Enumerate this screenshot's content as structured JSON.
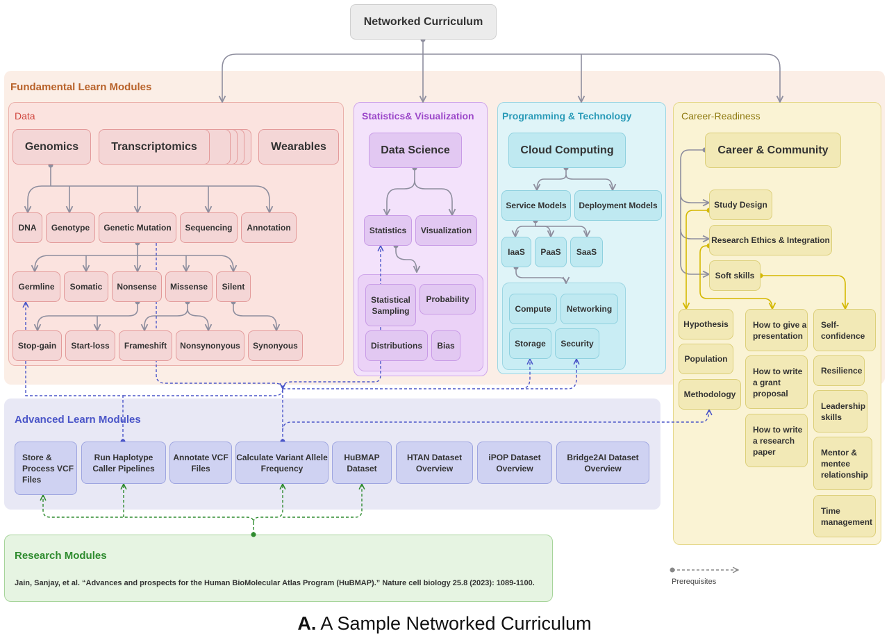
{
  "root": "Networked Curriculum",
  "fundamental_title": "Fundamental Learn Modules",
  "data_panel": {
    "title": "Data",
    "headers": [
      "Genomics",
      "Transcriptomics",
      "Wearables"
    ],
    "row1": [
      "DNA",
      "Genotype",
      "Genetic Mutation",
      "Sequencing",
      "Annotation"
    ],
    "row2": [
      "Germline",
      "Somatic",
      "Nonsense",
      "Missense",
      "Silent"
    ],
    "row3": [
      "Stop-gain",
      "Start-loss",
      "Frameshift",
      "Nonsynonyous",
      "Synonyous"
    ]
  },
  "stats_panel": {
    "title": "Statistics& Visualization",
    "head": "Data Science",
    "subs": [
      "Statistics",
      "Visualization"
    ],
    "items": [
      "Statistical Sampling",
      "Probability",
      "Distributions",
      "Bias"
    ]
  },
  "prog_panel": {
    "title": "Programming & Technology",
    "head": "Cloud Computing",
    "subs": [
      "Service Models",
      "Deployment Models"
    ],
    "services": [
      "IaaS",
      "PaaS",
      "SaaS"
    ],
    "items": [
      "Compute",
      "Networking",
      "Storage",
      "Security"
    ]
  },
  "career_panel": {
    "title": "Career-Readiness",
    "head": "Career & Community",
    "topics": [
      "Study Design",
      "Research Ethics & Integration",
      "Soft skills"
    ],
    "col1": [
      "Hypothesis",
      "Population",
      "Methodology"
    ],
    "col2": [
      "How to give a presentation",
      "How to write a grant proposal",
      "How to write a research paper"
    ],
    "col3": [
      "Self-confidence",
      "Resilience",
      "Leadership skills",
      "Mentor & mentee relationship",
      "Time management"
    ]
  },
  "advanced": {
    "title": "Advanced Learn Modules",
    "items": [
      "Store & Process VCF Files",
      "Run Haplotype Caller Pipelines",
      "Annotate VCF Files",
      "Calculate Variant Allele Frequency",
      "HuBMAP Dataset",
      "HTAN Dataset Overview",
      "iPOP Dataset Overview",
      "Bridge2AI Dataset Overview"
    ]
  },
  "research": {
    "title": "Research Modules",
    "citation": "Jain, Sanjay, et al. “Advances and prospects for the Human BioMolecular Atlas Program (HuBMAP).” Nature cell biology 25.8 (2023): 1089-1100."
  },
  "legend": "Prerequisites",
  "caption": {
    "letter": "A.",
    "text": " A Sample Networked Curriculum"
  },
  "colors": {
    "fundamental_bg": "#fbeee6",
    "fundamental_title": "#b8622a",
    "data_title": "#d0473f",
    "stats_title": "#9b47c9",
    "prog_title": "#2a9bb8",
    "career_title": "#8f7b12",
    "advanced_title": "#4a55c8",
    "research_title": "#2e8b2e",
    "arrow_gray": "#9a9aaa",
    "arrow_blue": "#4a55c8",
    "arrow_green": "#2e8b2e",
    "arrow_yellow": "#d4b800"
  }
}
